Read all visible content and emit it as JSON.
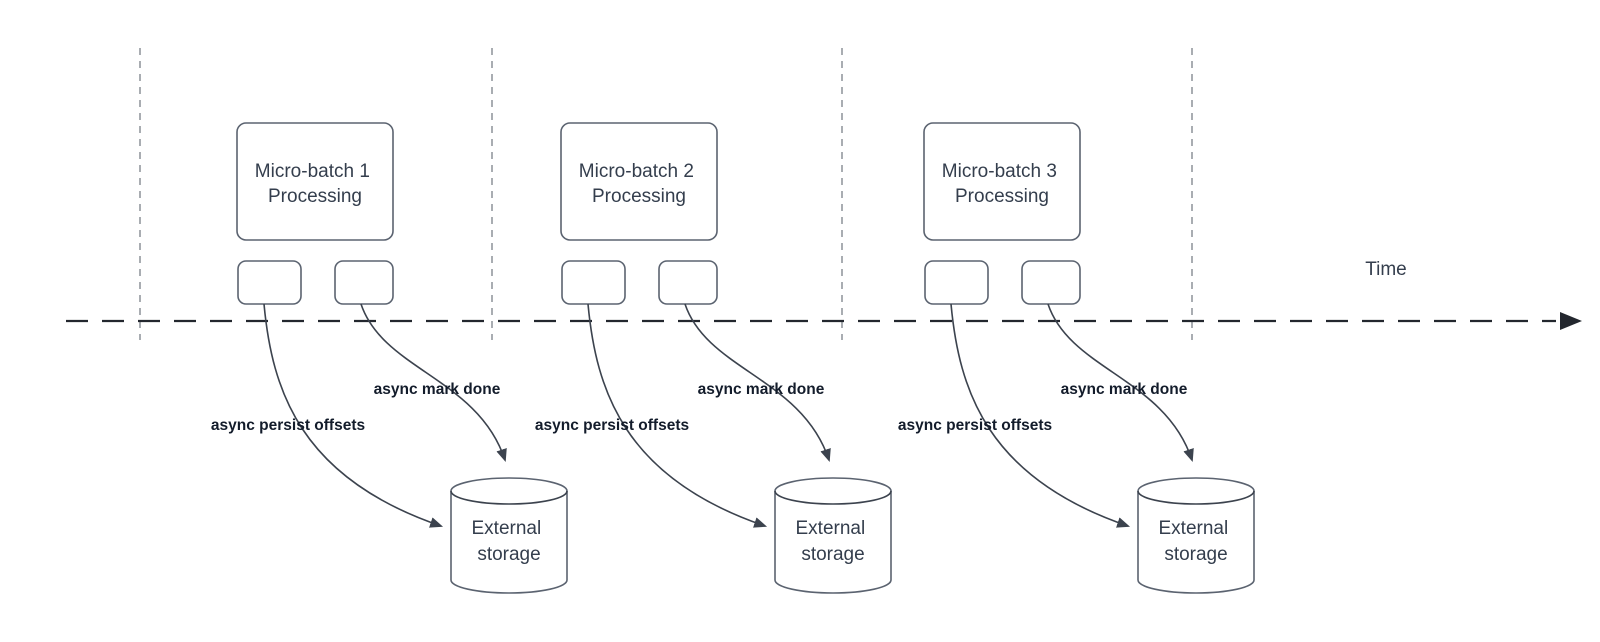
{
  "colors": {
    "canvas-bg": "#ffffff",
    "grid-line": "#a9adb2",
    "timeline-line": "#23272e",
    "shape-border": "#5b6370",
    "arrow-line": "#3c434e",
    "shape-text": "#343e4d",
    "label-text": "#131c2b"
  },
  "timeline": {
    "label": "Time"
  },
  "batches": [
    {
      "title_line1": "Micro-batch 1",
      "title_line2": "Processing",
      "persist_label": "async persist offsets",
      "done_label": "async mark done",
      "storage_line1": "External",
      "storage_line2": "storage"
    },
    {
      "title_line1": "Micro-batch 2",
      "title_line2": "Processing",
      "persist_label": "async persist offsets",
      "done_label": "async mark done",
      "storage_line1": "External",
      "storage_line2": "storage"
    },
    {
      "title_line1": "Micro-batch 3",
      "title_line2": "Processing",
      "persist_label": "async persist offsets",
      "done_label": "async mark done",
      "storage_line1": "External",
      "storage_line2": "storage"
    }
  ]
}
